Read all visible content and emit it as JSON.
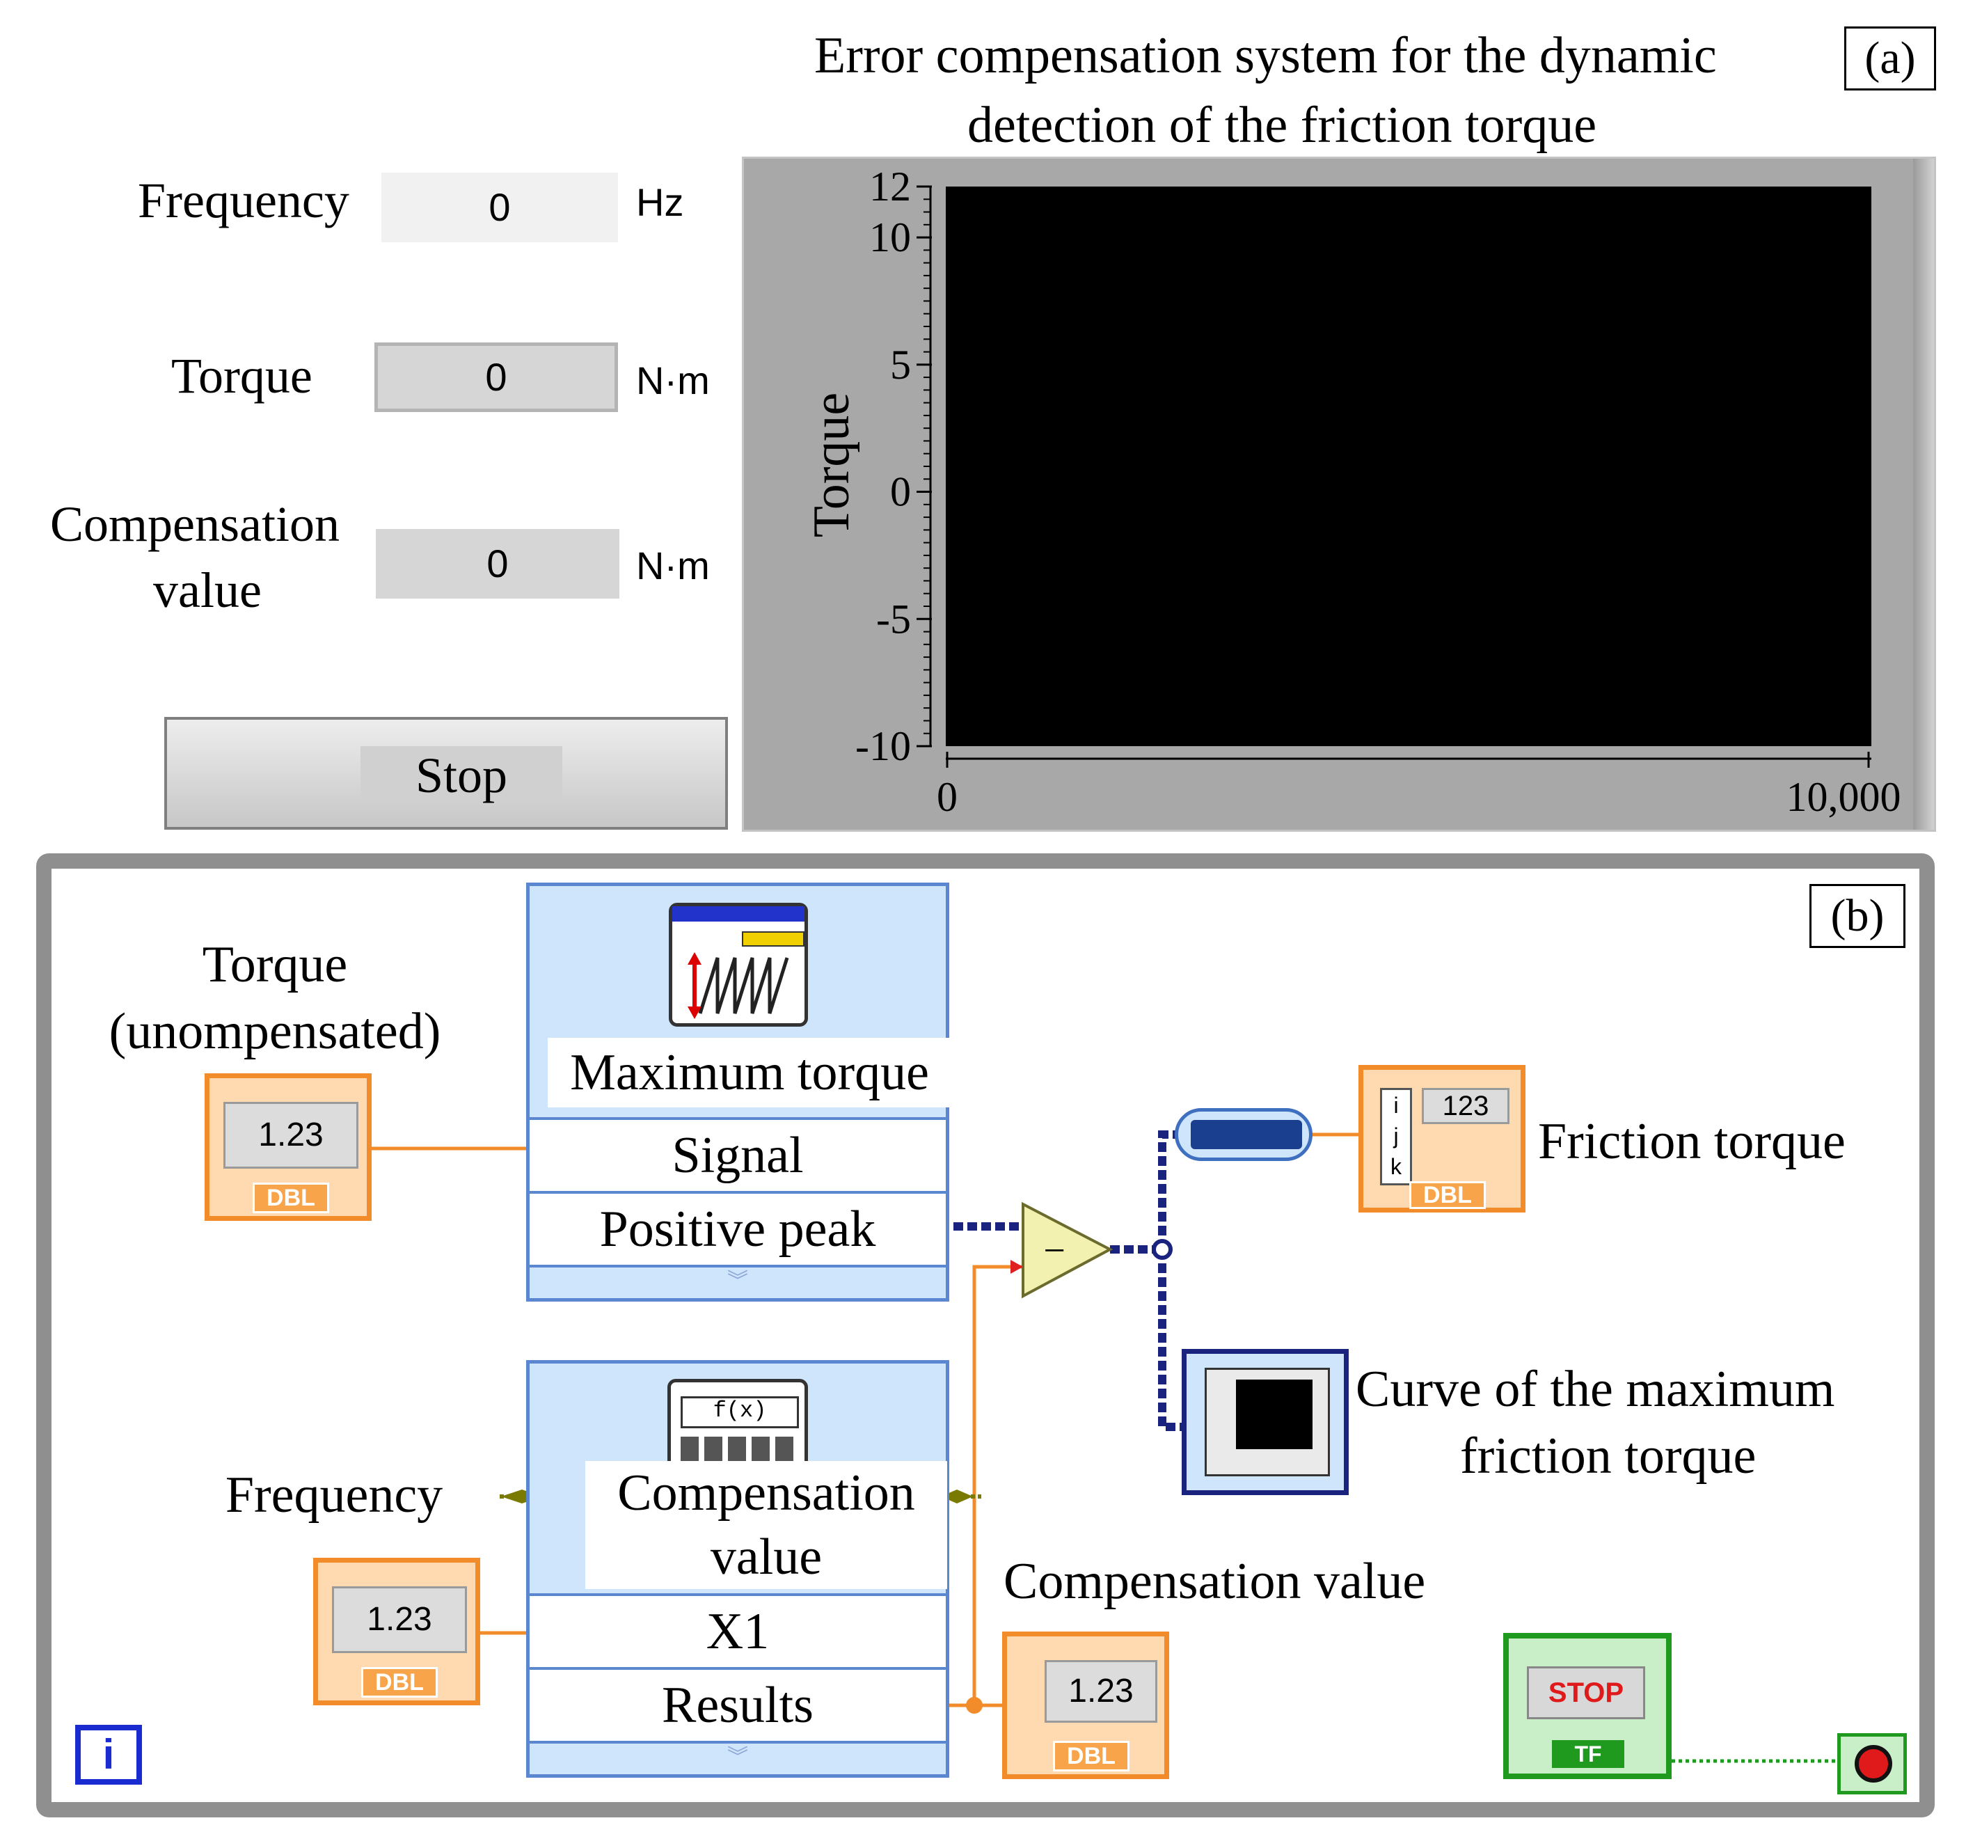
{
  "front_panel": {
    "title_line1": "Error compensation system for the dynamic",
    "title_line2": "detection of the friction torque",
    "panel_tag": "(a)",
    "frequency": {
      "label": "Frequency",
      "value": "0",
      "unit": "Hz"
    },
    "torque": {
      "label": "Torque",
      "value": "0",
      "unit": "N·m"
    },
    "compensation": {
      "label_line1": "Compensation",
      "label_line2": "value",
      "value": "0",
      "unit": "N·m"
    },
    "stop_button": {
      "label": "Stop"
    },
    "chart": {
      "ylabel": "Torque",
      "yticks": [
        "12",
        "10",
        "5",
        "0",
        "-5",
        "-10"
      ],
      "xticks": [
        "0",
        "10,000"
      ],
      "plot_bg": "#000000"
    }
  },
  "block_diagram": {
    "panel_tag": "(b)",
    "torque_input": {
      "label_line1": "Torque",
      "label_line2": "(unompensated)",
      "display": "1.23",
      "type": "DBL"
    },
    "max_torque_vi": {
      "title": "Maximum torque",
      "row1": "Signal",
      "row2": "Positive peak"
    },
    "frequency_input": {
      "label": "Frequency",
      "display": "1.23",
      "type": "DBL"
    },
    "compensation_vi": {
      "title_line1": "Compensation",
      "title_line2": "value",
      "row1": "X1",
      "row2": "Results"
    },
    "subtract_symbol": "−",
    "friction_indicator": {
      "label": "Friction torque",
      "display": "123",
      "type": "DBL",
      "index_labels": [
        "i",
        "j",
        "k"
      ]
    },
    "curve_indicator": {
      "label_line1": "Curve of the maximum",
      "label_line2": "friction torque"
    },
    "comp_indicator": {
      "label": "Compensation value",
      "display": "1.23",
      "type": "DBL"
    },
    "stop_terminal": {
      "display": "STOP",
      "type": "TF"
    },
    "loop_iteration": "i"
  },
  "colors": {
    "orange_wire": "#f28c2a",
    "blue_wire": "#1a237e",
    "green_wire": "#1f9a1f",
    "vi_fill": "#cfe5fb",
    "vi_border": "#5b86d0"
  }
}
